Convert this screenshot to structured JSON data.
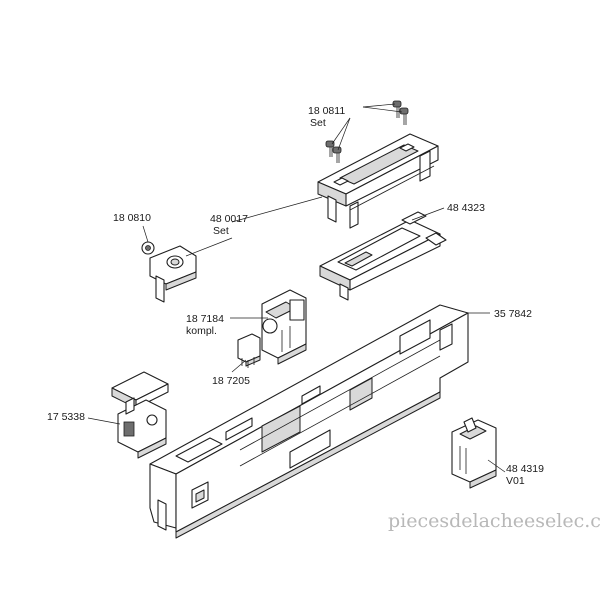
{
  "labels": {
    "l180811": [
      "18 0811",
      "Set"
    ],
    "l180810": [
      "18 0810"
    ],
    "l480017": [
      "48 0017",
      "Set"
    ],
    "l484323": [
      "48 4323"
    ],
    "l187184": [
      "18 7184",
      "kompl."
    ],
    "l187205": [
      "18 7205"
    ],
    "l357842": [
      "35 7842"
    ],
    "l175338": [
      "17 5338"
    ],
    "l484319": [
      "48 4319",
      "V01"
    ]
  },
  "watermark": "piecesdelacheeselec.com"
}
